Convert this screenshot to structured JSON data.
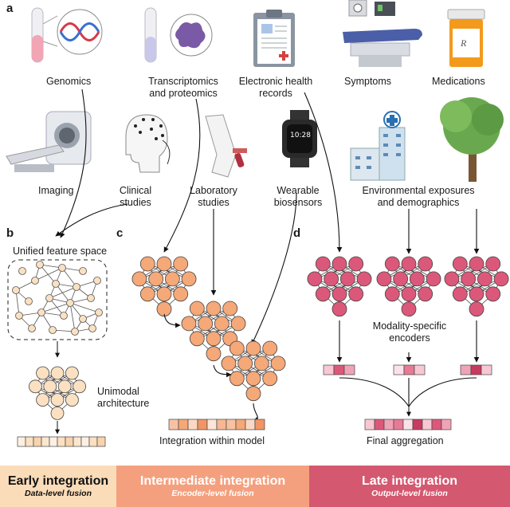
{
  "panels": {
    "a": "a",
    "b": "b",
    "c": "c",
    "d": "d"
  },
  "modalities": {
    "genomics": "Genomics",
    "transcriptomics_1": "Transcriptomics",
    "transcriptomics_2": "and proteomics",
    "ehr_1": "Electronic health",
    "ehr_2": "records",
    "symptoms": "Symptoms",
    "medications": "Medications",
    "imaging": "Imaging",
    "clinical_1": "Clinical",
    "clinical_2": "studies",
    "laboratory_1": "Laboratory",
    "laboratory_2": "studies",
    "wearable_1": "Wearable",
    "wearable_2": "biosensors",
    "environmental_1": "Environmental exposures",
    "environmental_2": "and demographics"
  },
  "early": {
    "unified": "Unified feature space",
    "unimodal_1": "Unimodal",
    "unimodal_2": "architecture"
  },
  "intermediate": {
    "integration": "Integration within model"
  },
  "late": {
    "encoders_1": "Modality-specific",
    "encoders_2": "encoders",
    "final": "Final aggregation"
  },
  "footer": {
    "early_title": "Early integration",
    "early_sub": "Data-level fusion",
    "intermediate_title": "Intermediate integration",
    "intermediate_sub": "Encoder-level fusion",
    "late_title": "Late integration",
    "late_sub": "Output-level fusion"
  },
  "colors": {
    "early_band": "#fbdcb9",
    "intermediate_band": "#f4a07e",
    "late_band": "#d4586f",
    "early_node": "#fbe0c1",
    "intermediate_node": "#f5a878",
    "late_node": "#dc587a"
  }
}
